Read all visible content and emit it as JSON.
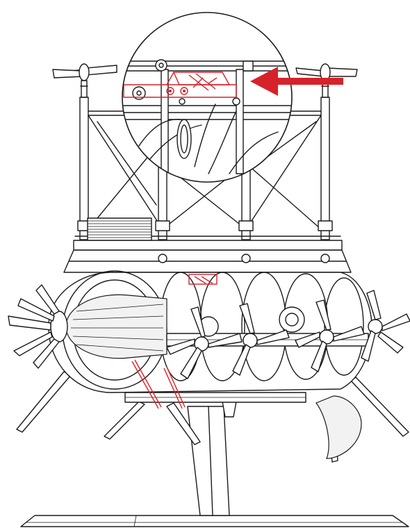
{
  "diagram": {
    "background_color": "#ffffff",
    "line_color": "#1a1a1a",
    "highlight_color": "#d6222a",
    "components": [
      "rotor-assembly-left",
      "rotor-assembly-right",
      "lattice-tower-frame",
      "radiator-stack",
      "mounting-platform",
      "caged-engine-body",
      "side-propellers",
      "landing-legs",
      "support-pylon",
      "base-plate"
    ],
    "callout": {
      "type": "magnified-detail",
      "highlighted_part": "lever-bracket",
      "pointer": "red-arrow"
    },
    "highlighted_parts": [
      "lever-bracket",
      "linkage-rods",
      "detail-lever"
    ]
  }
}
